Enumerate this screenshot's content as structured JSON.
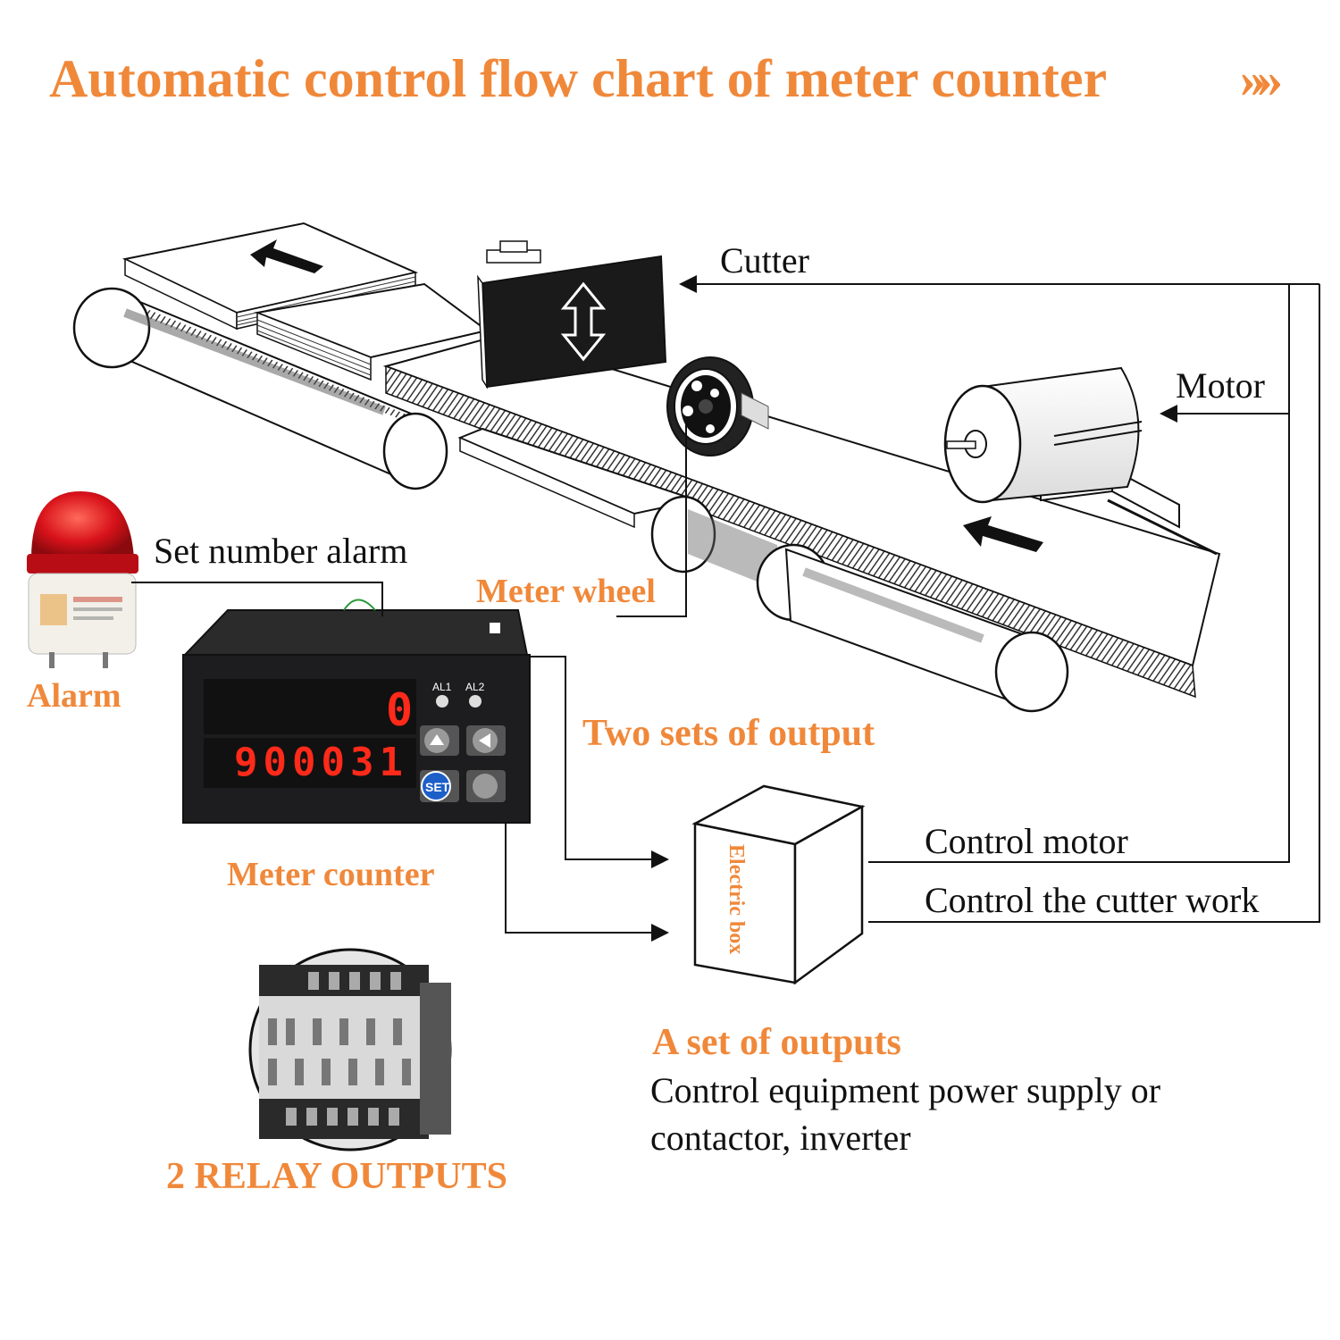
{
  "title": "Automatic control flow chart of meter counter",
  "title_chevrons": "»»",
  "labels": {
    "cutter": "Cutter",
    "motor": "Motor",
    "set_number_alarm": "Set number alarm",
    "meter_wheel": "Meter wheel",
    "alarm": "Alarm",
    "two_sets_of_output": "Two sets of output",
    "meter_counter": "Meter counter",
    "control_motor": "Control motor",
    "control_cutter": "Control the cutter work",
    "electric_box": "Electric box",
    "a_set_of_outputs": "A set of outputs",
    "outputs_desc_line1": "Control equipment power supply or",
    "outputs_desc_line2": "contactor, inverter",
    "relay_outputs": "2 RELAY OUTPUTS"
  },
  "counter_display": {
    "top_value": "0",
    "bottom_value": "900031",
    "indicator_1": "AL1",
    "indicator_2": "AL2",
    "set_button": "SET"
  },
  "colors": {
    "accent_orange": "#f0883a",
    "line_black": "#111111",
    "led_red": "#ff2a1a",
    "panel_dark": "#1d1d1f",
    "set_button_blue": "#1d5fc8"
  },
  "icons": [
    "arrow-up-icon",
    "arrow-updown-icon",
    "arrow-left-icon",
    "alarm-beacon-icon"
  ]
}
